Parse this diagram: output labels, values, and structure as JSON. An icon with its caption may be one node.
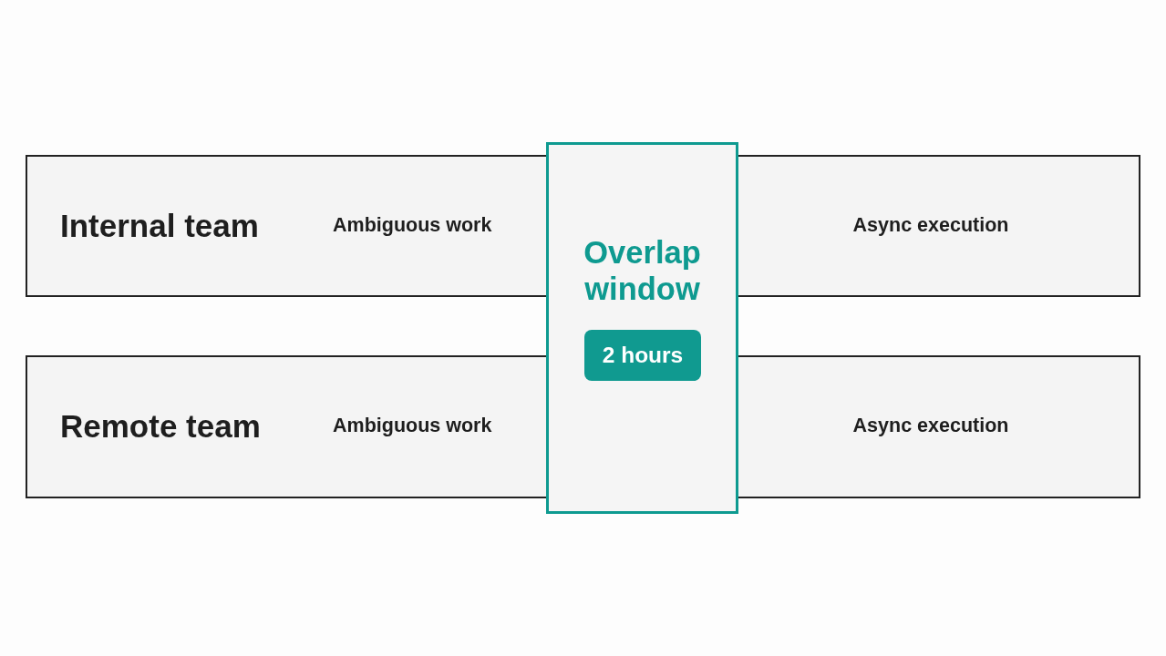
{
  "diagram": {
    "nodes": [
      {
        "text": [
          "Internal team",
          "Ambiguous work",
          "Async execution"
        ]
      },
      {
        "text": [
          "Remote team",
          "Ambiguous work",
          "Async execution"
        ]
      },
      {
        "text": [
          "Overlap window"
        ]
      },
      {
        "text": [
          "2 hours"
        ],
        "in": 2
      }
    ]
  }
}
